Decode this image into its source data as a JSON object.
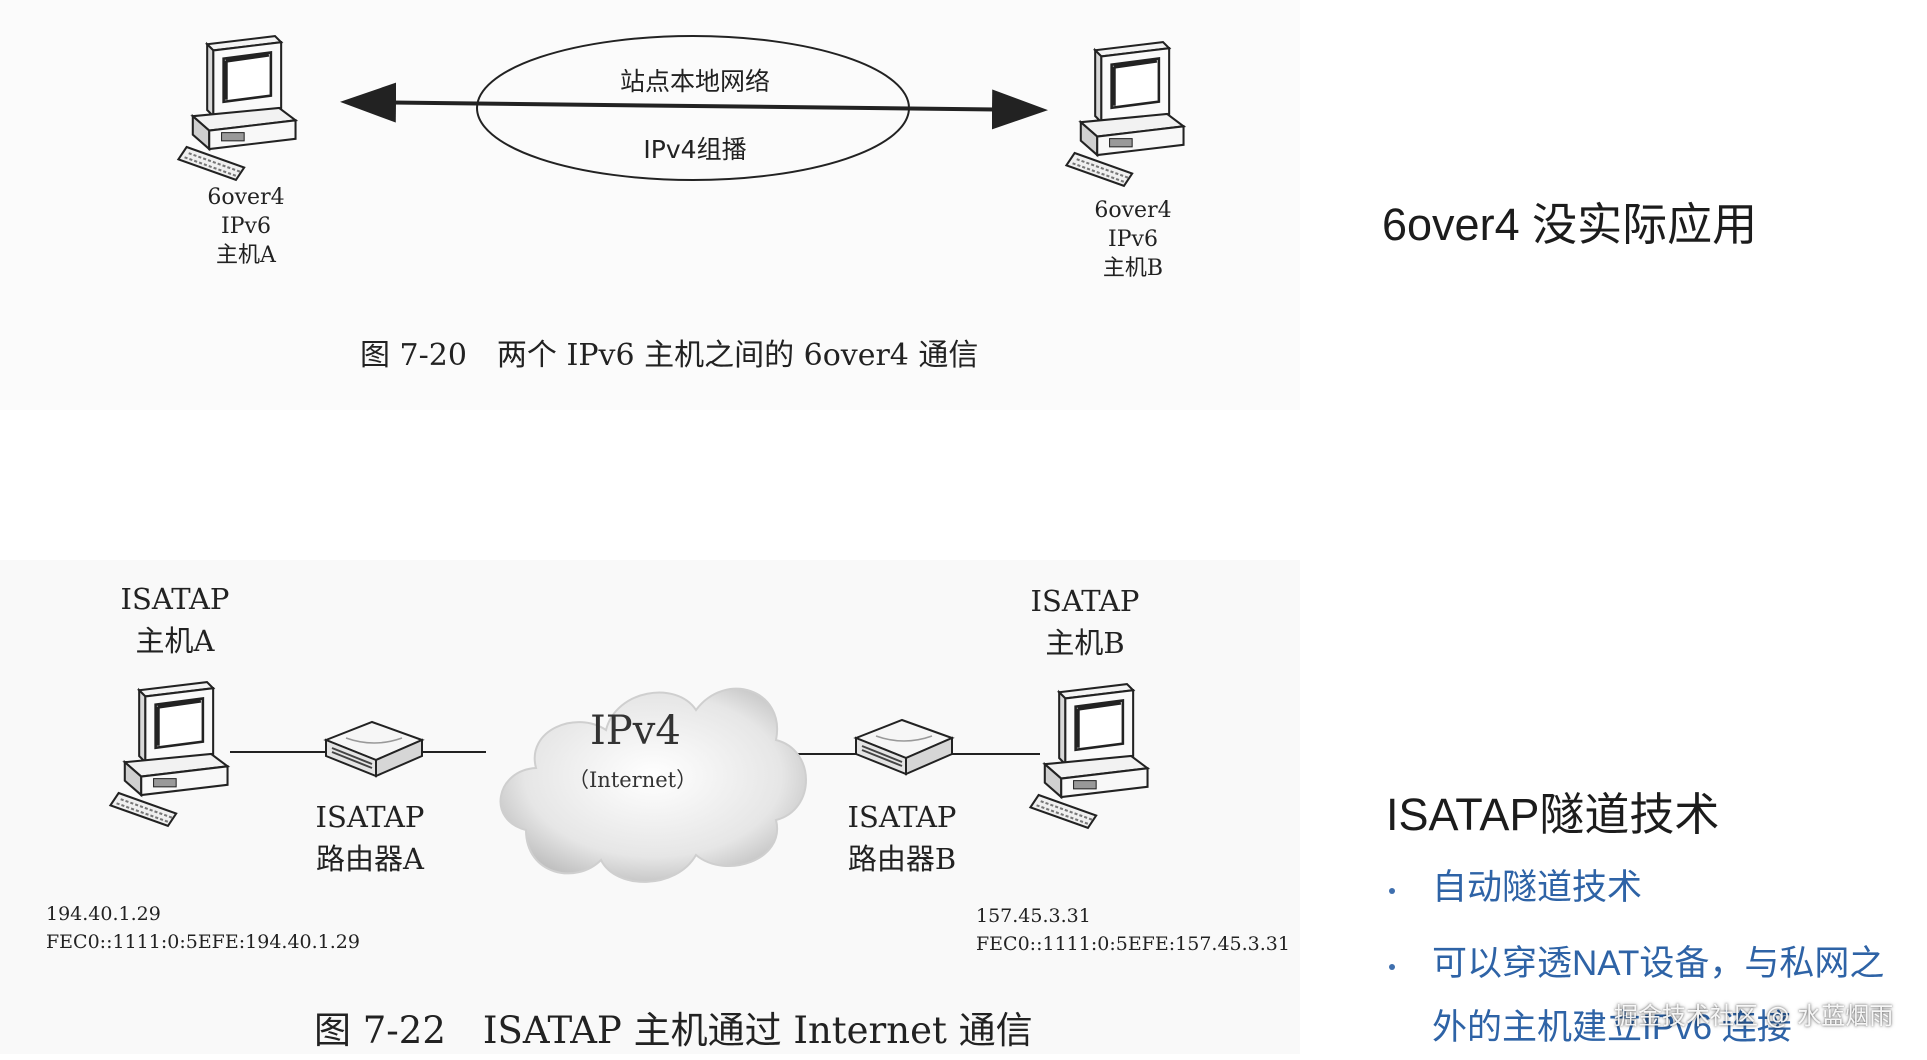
{
  "diagram_6over4": {
    "host_a": [
      "6over4",
      "IPv6",
      "主机A"
    ],
    "host_b": [
      "6over4",
      "IPv6",
      "主机B"
    ],
    "ellipse_top": "站点本地网络",
    "ellipse_bottom": "IPv4组播",
    "caption": "图 7-20　两个 IPv6 主机之间的 6over4 通信"
  },
  "diagram_isatap": {
    "host_a": [
      "ISATAP",
      "主机A"
    ],
    "host_b": [
      "ISATAP",
      "主机B"
    ],
    "router_a": [
      "ISATAP",
      "路由器A"
    ],
    "router_b": [
      "ISATAP",
      "路由器B"
    ],
    "cloud_title": "IPv4",
    "cloud_subtitle": "（Internet）",
    "addr_a": [
      "194.40.1.29",
      "FEC0::1111:0:5EFE:194.40.1.29"
    ],
    "addr_b": [
      "157.45.3.31",
      "FEC0::1111:0:5EFE:157.45.3.31"
    ],
    "caption": "图 7-22　ISATAP 主机通过 Internet 通信"
  },
  "side_notes": {
    "note_6over4": "6over4 没实际应用",
    "isatap_heading": "ISATAP隧道技术",
    "bullets": [
      "自动隧道技术",
      "可以穿透NAT设备，与私网之外的主机建立IPv6 连接"
    ]
  },
  "watermark": "掘金技术社区 @ 水蓝烟雨",
  "colors": {
    "bullet_text": "#2e63a6",
    "bullet_dot": "#3f6fae"
  }
}
